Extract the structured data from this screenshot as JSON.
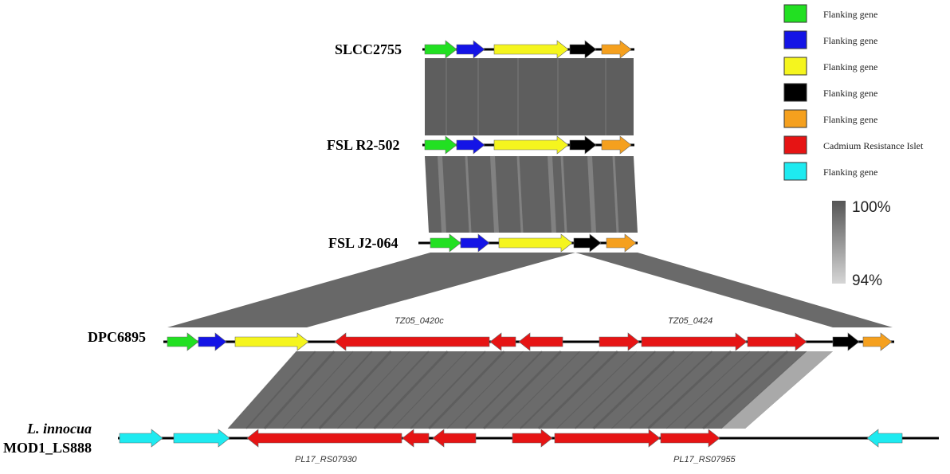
{
  "tracks": {
    "slcc2755": {
      "label": "SLCC2755"
    },
    "fslr2502": {
      "label": "FSL R2-502"
    },
    "fslj2064": {
      "label": "FSL J2-064"
    },
    "dpc6895": {
      "label": "DPC6895",
      "gene_note_left": "TZ05_0420c",
      "gene_note_right": "TZ05_0424"
    },
    "innocua": {
      "label_species": "L. innocua",
      "label_strain": "MOD1_LS888",
      "gene_note_left": "PL17_RS07930",
      "gene_note_right": "PL17_RS07955"
    }
  },
  "legend": {
    "items": [
      {
        "label": "Flanking gene",
        "color": "#22e022"
      },
      {
        "label": "Flanking gene",
        "color": "#1414e6"
      },
      {
        "label": "Flanking gene",
        "color": "#f5f51e"
      },
      {
        "label": "Flanking gene",
        "color": "#000000"
      },
      {
        "label": "Flanking gene",
        "color": "#f5a01e"
      },
      {
        "label": "Cadmium Resistance Islet",
        "color": "#e61414"
      },
      {
        "label": "Flanking gene",
        "color": "#1eeaf0"
      }
    ]
  },
  "identity_scale": {
    "max_label": "100%",
    "min_label": "94%"
  },
  "colors": {
    "green": "#22e022",
    "blue": "#1414e6",
    "yellow": "#f5f51e",
    "black": "#000000",
    "orange": "#f5a01e",
    "red": "#e61414",
    "cyan": "#1eeaf0",
    "homology_dark": "#5a5a5a",
    "homology_light": "#bdbdbd"
  }
}
